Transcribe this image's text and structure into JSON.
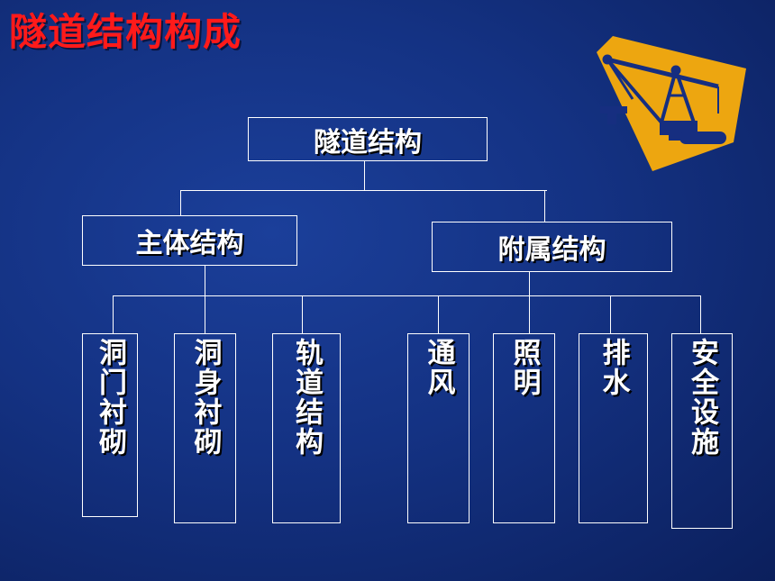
{
  "title": "隧道结构构成",
  "root": "隧道结构",
  "branches": {
    "main": "主体结构",
    "aux": "附属结构"
  },
  "leaves": {
    "portal_lining": "洞门衬砌",
    "body_lining": "洞身衬砌",
    "track": "轨道结构",
    "ventilation": "通风",
    "lighting": "照明",
    "drainage": "排水",
    "safety": "安全设施"
  },
  "emblem": {
    "icon": "crane-icon",
    "color": "#eda610"
  }
}
